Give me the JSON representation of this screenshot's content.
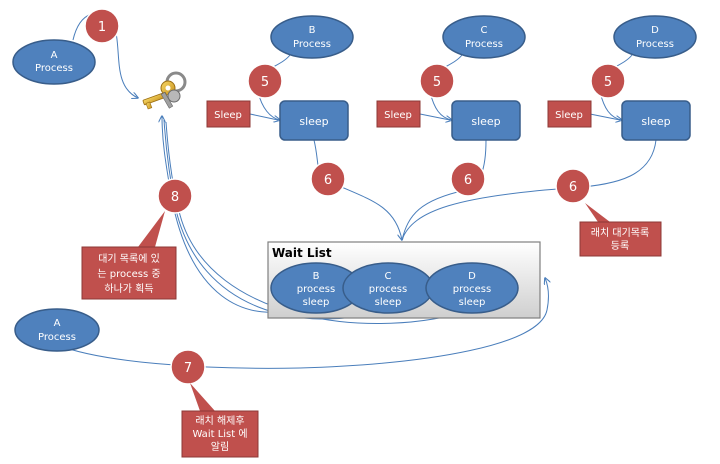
{
  "process_a_top": {
    "line1": "A",
    "line2": "Process"
  },
  "process_b": {
    "line1": "B",
    "line2": "Process"
  },
  "process_c": {
    "line1": "C",
    "line2": "Process"
  },
  "process_d": {
    "line1": "D",
    "line2": "Process"
  },
  "process_a_bottom": {
    "line1": "A",
    "line2": "Process"
  },
  "badges": {
    "one": "1",
    "five": "5",
    "six": "6",
    "seven": "7",
    "eight": "8"
  },
  "sleep_label": "Sleep",
  "sleep_box": "sleep",
  "wait_list": {
    "title": "Wait List",
    "items": [
      {
        "line1": "B",
        "line2": "process",
        "line3": "sleep"
      },
      {
        "line1": "C",
        "line2": "process",
        "line3": "sleep"
      },
      {
        "line1": "D",
        "line2": "process",
        "line3": "sleep"
      }
    ]
  },
  "notes": {
    "latch_register": {
      "line1": "래치 대기목록",
      "line2": "등록"
    },
    "acquire": {
      "line1": "대기 목록에 있",
      "line2": "는 process 중",
      "line3": "하나가 획득"
    },
    "notify": {
      "line1": "래치 해제후",
      "line2": "Wait List 에",
      "line3": "알림"
    }
  },
  "colors": {
    "node_fill": "#4f81bd",
    "node_stroke": "#385d8a",
    "badge_fill": "#c0504d",
    "note_fill": "#c0504d",
    "line": "#4a7ebb",
    "key": "#e8b83a"
  },
  "icons": {
    "key": "keys-icon"
  }
}
